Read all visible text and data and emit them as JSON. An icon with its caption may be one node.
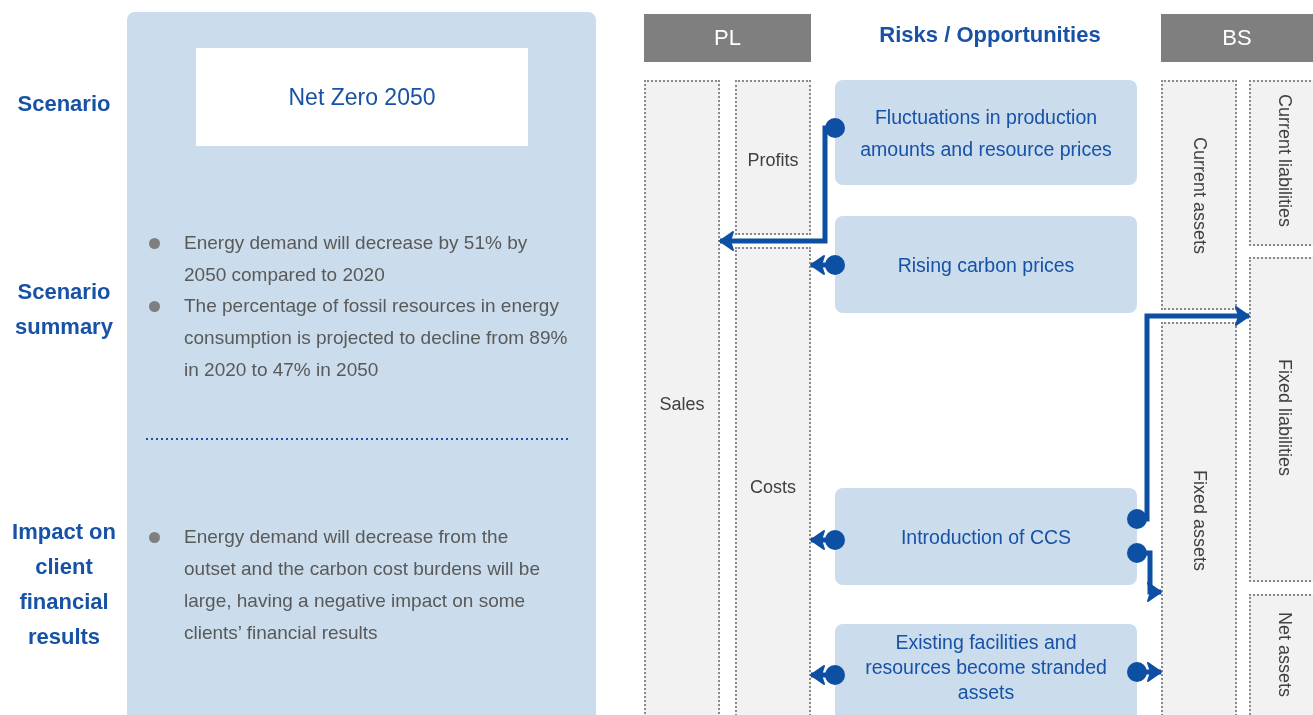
{
  "diagram": {
    "nodes": [
      {
        "text": [
          "Net Zero 2050"
        ]
      },
      {
        "text": [
          "PL"
        ]
      },
      {
        "text": [
          "BS"
        ]
      },
      {
        "text": [
          "Sales"
        ]
      },
      {
        "text": [
          "Profits"
        ]
      },
      {
        "text": [
          "Costs"
        ]
      },
      {
        "text": [
          "Fluctuations in production amounts and resource prices"
        ]
      },
      {
        "text": [
          "Rising carbon prices"
        ]
      },
      {
        "text": [
          "Introduction of CCS"
        ]
      },
      {
        "text": [
          "Existing facilities and resources become stranded assets"
        ]
      },
      {
        "text": [
          "Current assets"
        ]
      },
      {
        "text": [
          "Fixed assets"
        ]
      },
      {
        "text": [
          "Current liabilities"
        ]
      },
      {
        "text": [
          "Fixed liabilities"
        ]
      },
      {
        "text": [
          "Net assets"
        ]
      }
    ],
    "edges": [
      {
        "from": 6,
        "to": 3,
        "arrow": "to"
      },
      {
        "from": 7,
        "to": 5,
        "arrow": "to"
      },
      {
        "from": 8,
        "to": 5,
        "arrow": "to"
      },
      {
        "from": 8,
        "to": 13,
        "arrow": "to"
      },
      {
        "from": 8,
        "to": 11,
        "arrow": "to"
      },
      {
        "from": 9,
        "to": 5,
        "arrow": "to"
      },
      {
        "from": 9,
        "to": 11,
        "arrow": "to"
      }
    ],
    "labels": [
      "Scenario",
      "Scenario summary",
      "Impact on client financial results",
      "Energy demand will decrease by 51% by 2050 compared to 2020",
      "The percentage of fossil resources in energy consumption is projected to decline from 89% in 2020 to 47% in 2050",
      "Energy demand will decrease from the outset and the carbon cost burdens will be large, having a negative impact on some clients’ financial results",
      "Risks / Opportunities"
    ]
  }
}
